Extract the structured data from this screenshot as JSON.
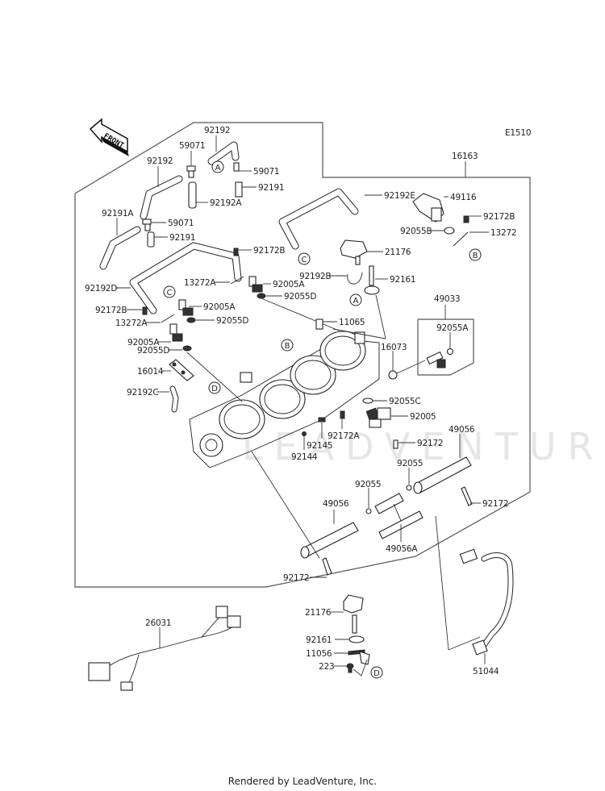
{
  "diagram": {
    "code": "E1510",
    "front_arrow_label": "FRONT",
    "watermark": "LEADVENTURE",
    "reference_markers": [
      "A",
      "B",
      "C",
      "D"
    ],
    "assembly_label": "16163",
    "labels": {
      "p92192_top": "92192",
      "p59071_top": "59071",
      "p92192_left": "92192",
      "p59071_right": "59071",
      "p92191_right": "92191",
      "p92192A": "92192A",
      "p92191A": "92191A",
      "p59071_left": "59071",
      "p92191_left": "92191",
      "p92172B_top": "92172B",
      "p92192D": "92192D",
      "p13272A_right": "13272A",
      "p92005A_right": "92005A",
      "p92055D_right": "92055D",
      "p92172B_left": "92172B",
      "p92005A_mid": "92005A",
      "p13272A_left": "13272A",
      "p92055D_mid": "92055D",
      "p92005A_left": "92005A",
      "p92055D_left": "92055D",
      "p16014": "16014",
      "p92192C": "92192C",
      "p92192E": "92192E",
      "p49116": "49116",
      "p92172B_right": "92172B",
      "p92055B": "92055B",
      "p13272": "13272",
      "p21176_top": "21176",
      "p92192B": "92192B",
      "p92161_top": "92161",
      "p11065": "11065",
      "p49033": "49033",
      "p92055A": "92055A",
      "p16073": "16073",
      "p92055C": "92055C",
      "p92005": "92005",
      "p92172A": "92172A",
      "p92145": "92145",
      "p92144": "92144",
      "p92172_mid": "92172",
      "p49056_right": "49056",
      "p92055_right": "92055",
      "p92055_left": "92055",
      "p49056_left": "49056",
      "p92172_right": "92172",
      "p49056A": "49056A",
      "p92172_bottom": "92172",
      "p26031": "26031",
      "p21176_bottom": "21176",
      "p92161_bottom": "92161",
      "p11056": "11056",
      "p223": "223",
      "p51044": "51044"
    }
  },
  "footer": {
    "text": "Rendered by LeadVenture, Inc."
  }
}
